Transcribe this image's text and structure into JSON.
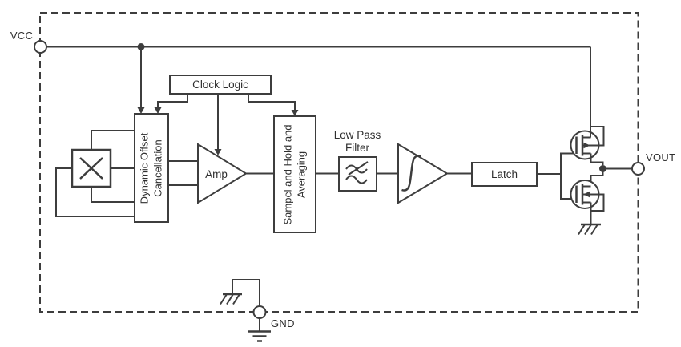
{
  "terminals": {
    "vcc": "VCC",
    "vout": "VOUT",
    "gnd": "GND"
  },
  "blocks": {
    "clock_logic": {
      "label": "Clock Logic"
    },
    "dynamic_offset_cancellation": {
      "line1": "Dynamic Offset",
      "line2": "Cancellation"
    },
    "amp": {
      "label": "Amp"
    },
    "sample_hold": {
      "line1": "Sampel and Hold and",
      "line2": "Averaging"
    },
    "low_pass_filter": {
      "line1": "Low Pass",
      "line2": "Filter"
    },
    "latch": {
      "label": "Latch"
    }
  },
  "colors": {
    "stroke": "#3d3d3d",
    "text": "#2f2f2f",
    "background": "#ffffff"
  }
}
